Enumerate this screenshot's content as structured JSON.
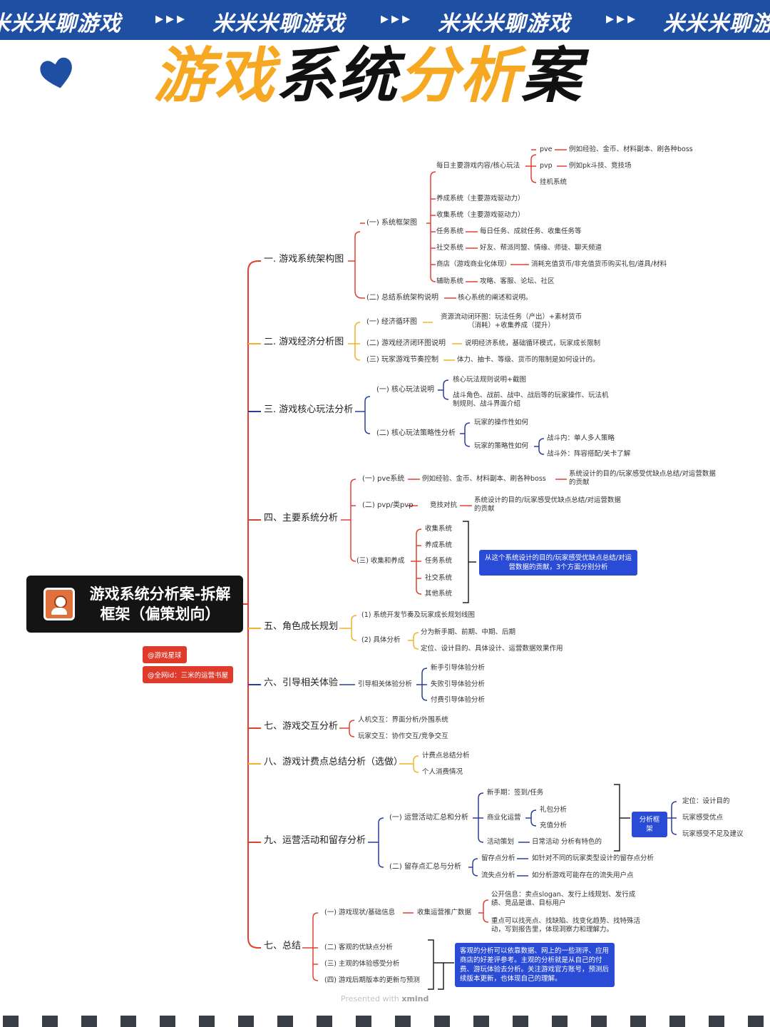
{
  "banner": {
    "text": "米米米聊游戏",
    "arrows": "▸▸▸",
    "partial_left": "米米米聊游戏",
    "partial_right": "米米米聊游"
  },
  "title": {
    "part1": "游戏",
    "part2": "系统",
    "part3": "分析",
    "part4": "案"
  },
  "colors": {
    "banner_blue": "#1f4fa3",
    "title_yellow": "#f7a823",
    "heart_blue": "#1f4fa3",
    "branch_red": "#e04030",
    "branch_yellow": "#f0b429",
    "branch_blue": "#2c3e9c",
    "tag_red": "#e03a2b",
    "box_blue": "#2a4bd6"
  },
  "root": {
    "title": "游戏系统分析案-拆解框架（偏策划向）",
    "icon": "contact-book-icon"
  },
  "tags": {
    "tag1": "@游戏星球",
    "tag2": "@全网id：三米的运营书屋"
  },
  "branches": {
    "b1": {
      "label": "一. 游戏系统架构图",
      "s1": "(一) 系统框架图",
      "s1a": "每日主要游戏内容/核心玩法",
      "pve": "pve",
      "pve_desc": "例如经验、金币、材料副本、刷各种boss",
      "pvp": "pvp",
      "pvp_desc": "例如pk斗技、竞技场",
      "idle": "挂机系统",
      "s1b": "养成系统（主要游戏驱动力）",
      "s1c": "收集系统（主要游戏驱动力）",
      "s1d": "任务系统",
      "s1d_desc": "每日任务、成就任务、收集任务等",
      "s1e": "社交系统",
      "s1e_desc": "好友、帮派同盟、情缘、师徒、聊天频道",
      "s1f": "商店（游戏商业化体现）",
      "s1f_desc": "消耗充值货币/非充值货币购买礼包/道具/材料",
      "s1g": "辅助系统",
      "s1g_desc": "攻略、客服、论坛、社区",
      "s2": "(二) 总结系统架构说明",
      "s2_desc": "核心系统的阐述和说明。"
    },
    "b2": {
      "label": "二. 游戏经济分析图",
      "s1": "(一) 经济循环图",
      "s1_desc": "资源流动闭环图：玩法任务（产出）+素材货币（消耗）+收集养成（提升）",
      "s2": "(二) 游戏经济闭环图说明",
      "s2_desc": "说明经济系统，基础循环模式，玩家成长限制",
      "s3": "(三) 玩家游戏节奏控制",
      "s3_desc": "体力、抽卡、等级、货币的限制是如何设计的。"
    },
    "b3": {
      "label": "三. 游戏核心玩法分析",
      "s1": "(一) 核心玩法说明",
      "s1a": "核心玩法规则说明+截图",
      "s1b": "战斗角色、战前、战中、战后等的玩家操作、玩法机制规则、战斗界面介绍",
      "s2": "(二) 核心玩法策略性分析",
      "s2a": "玩家的操作性如何",
      "s2b": "玩家的策略性如何",
      "s2b1": "战斗内：单人多人策略",
      "s2b2": "战斗外：阵容搭配/关卡了解"
    },
    "b4": {
      "label": "四、主要系统分析",
      "s1": "(一) pve系统",
      "s1_desc": "例如经验、金币、材料副本、刷各种boss",
      "s1_result": "系统设计的目的/玩家感受优缺点总结/对运营数据的贡献",
      "s2": "(二) pvp/类pvp",
      "s2_desc": "竞技对抗",
      "s2_result": "系统设计的目的/玩家感受优缺点总结/对运营数据的贡献",
      "s3": "(三) 收集和养成",
      "items": [
        "收集系统",
        "养成系统",
        "任务系统",
        "社交系统",
        "其他系统"
      ],
      "note": "从这个系统设计的目的/玩家感受优缺点总结/对运营数据的贡献，3个方面分别分析"
    },
    "b5": {
      "label": "五、角色成长规划",
      "s1": "(1) 系统开发节奏及玩家成长规划线图",
      "s2": "(2) 具体分析",
      "s2a": "分为新手期、前期、中期、后期",
      "s2b": "定位、设计目的、具体设计、运营数据效果作用"
    },
    "b6": {
      "label": "六、引导相关体验",
      "s1": "引导相关体验分析",
      "items": [
        "新手引导体验分析",
        "失败引导体验分析",
        "付费引导体验分析"
      ]
    },
    "b7": {
      "label": "七、游戏交互分析",
      "s1": "人机交互：界面分析/外围系统",
      "s2": "玩家交互：协作交互/竞争交互"
    },
    "b8": {
      "label": "八、游戏计费点总结分析（选做）",
      "s1": "计费点总结分析",
      "s2": "个人消费情况"
    },
    "b9": {
      "label": "九、运营活动和留存分析",
      "s1": "(一) 运营活动汇总和分析",
      "s1a": "新手期：签到/任务",
      "s1b": "商业化运营",
      "s1b1": "礼包分析",
      "s1b2": "充值分析",
      "s1c": "活动策划",
      "s1c_desc": "日常活动 分析有特色的",
      "framework": "分析框架",
      "fw_items": [
        "定位：设计目的",
        "玩家感受优点",
        "玩家感受不足及建议"
      ],
      "s2": "(二) 留存点汇总与分析",
      "s2a": "留存点分析",
      "s2a_desc": "如针对不同的玩家类型设计的留存点分析",
      "s2b": "流失点分析",
      "s2b_desc": "如分析游戏可能存在的流失用户点"
    },
    "b10": {
      "label": "七、总结",
      "s1": "(一) 游戏现状/基础信息",
      "s1_desc": "收集运营推广数据",
      "s1a": "公开信息：卖点slogan、发行上线规划、发行成绩、竞品是谁、目标用户",
      "s1b": "重点可以找亮点、找缺陷、找变化趋势、找特殊活动，写到报告里，体现洞察力和理解力。",
      "s2": "(二) 客观的优缺点分析",
      "s3": "(三) 主观的体验感受分析",
      "s4": "(四) 游戏后期版本的更新与预测",
      "note": "客观的分析可以依靠数据、网上的一些测评、应用商店的好差评参考。主观的分析就是从自己的付费、游玩体验去分析。关注游戏官方账号，预测后续版本更新，也体现自己的理解。"
    }
  },
  "watermark": {
    "prefix": "Presented with",
    "brand": "xmind"
  }
}
